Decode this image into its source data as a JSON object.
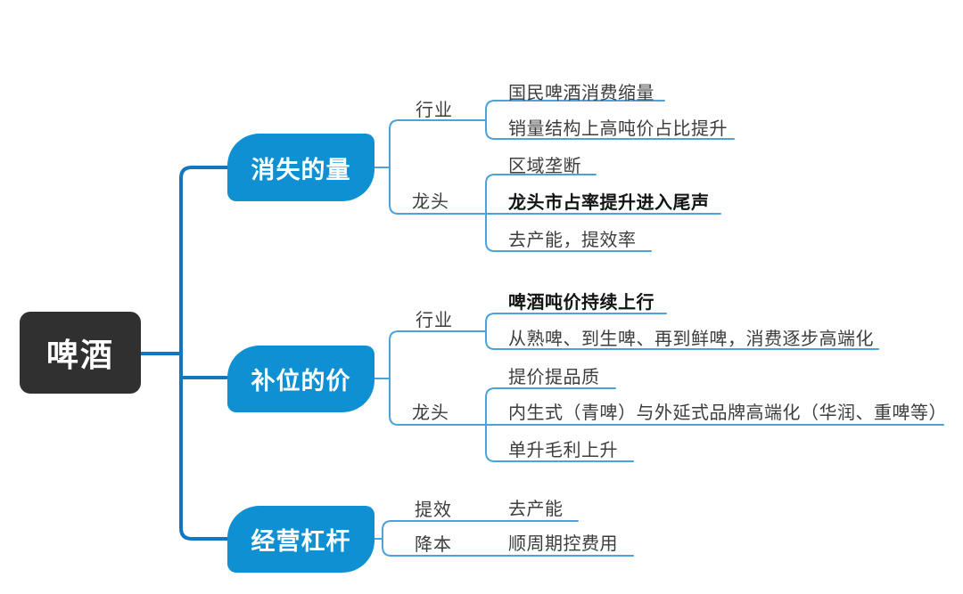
{
  "root": {
    "label": "啤酒"
  },
  "colors": {
    "root_bg": "#303030",
    "branch_bg": "#0e90d3",
    "trunk_line": "#1377bf",
    "thin_line": "#4ba3da",
    "text": "#3d3d3d",
    "bold_text": "#141414"
  },
  "branches": [
    {
      "label": "消失的量",
      "groups": [
        {
          "label": "行业",
          "children": [
            {
              "text": "国民啤酒消费缩量"
            },
            {
              "text": "销量结构上高吨价占比提升"
            }
          ]
        },
        {
          "label": "龙头",
          "children": [
            {
              "text": "区域垄断"
            },
            {
              "text": "龙头市占率提升进入尾声"
            },
            {
              "text": "去产能，提效率"
            }
          ]
        }
      ]
    },
    {
      "label": "补位的价",
      "groups": [
        {
          "label": "行业",
          "children": [
            {
              "text": "啤酒吨价持续上行"
            },
            {
              "text": "从熟啤、到生啤、再到鲜啤，消费逐步高端化"
            }
          ]
        },
        {
          "label": "龙头",
          "children": [
            {
              "text": "提价提品质"
            },
            {
              "text": "内生式（青啤）与外延式品牌高端化（华润、重啤等）"
            },
            {
              "text": "单升毛利上升"
            }
          ]
        }
      ]
    },
    {
      "label": "经营杠杆",
      "groups": [
        {
          "label": "提效",
          "children": [
            {
              "text": "去产能"
            }
          ]
        },
        {
          "label": "降本",
          "children": [
            {
              "text": "顺周期控费用"
            }
          ]
        }
      ]
    }
  ]
}
